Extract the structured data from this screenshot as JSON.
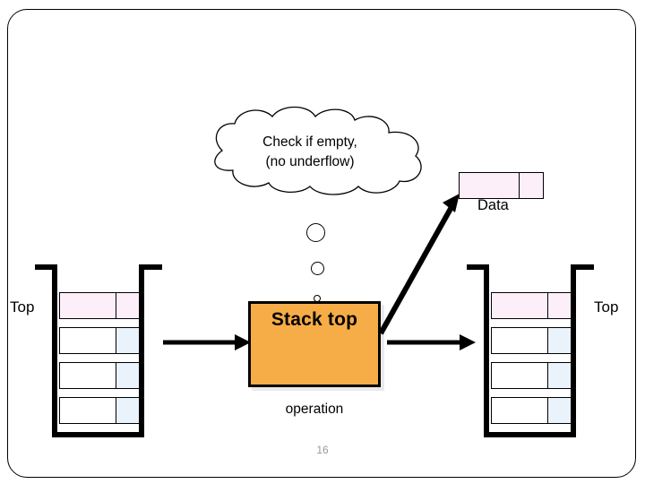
{
  "slide": {
    "page_number": "16",
    "border_color": "#000000",
    "background": "#ffffff"
  },
  "thought_cloud": {
    "line1": "Check if empty,",
    "line2": "(no underflow)"
  },
  "left_stack": {
    "label": "Top",
    "cells": [
      {
        "state": "filled",
        "main_color": "#fdeffa",
        "side_color": "#fdeffa"
      },
      {
        "state": "empty",
        "main_color": "#ffffff",
        "side_color": "#eaf3fb"
      },
      {
        "state": "empty",
        "main_color": "#ffffff",
        "side_color": "#eaf3fb"
      },
      {
        "state": "empty",
        "main_color": "#ffffff",
        "side_color": "#eaf3fb"
      }
    ]
  },
  "right_stack": {
    "label": "Top",
    "cells": [
      {
        "state": "filled",
        "main_color": "#fdeffa",
        "side_color": "#fdeffa"
      },
      {
        "state": "empty",
        "main_color": "#ffffff",
        "side_color": "#eaf3fb"
      },
      {
        "state": "empty",
        "main_color": "#ffffff",
        "side_color": "#eaf3fb"
      },
      {
        "state": "empty",
        "main_color": "#ffffff",
        "side_color": "#eaf3fb"
      }
    ]
  },
  "data_cell": {
    "label": "Data",
    "fill_color": "#fdeffa"
  },
  "operation": {
    "box_label": "Stack top",
    "caption": "operation",
    "box_color": "#f7ad47",
    "border_color": "#000000"
  },
  "icons": {
    "arrow_in": "arrow-right-icon",
    "arrow_out": "arrow-right-icon",
    "arrow_data": "arrow-up-right-icon",
    "thought_trail": "thought-bubble-trail-icon"
  }
}
